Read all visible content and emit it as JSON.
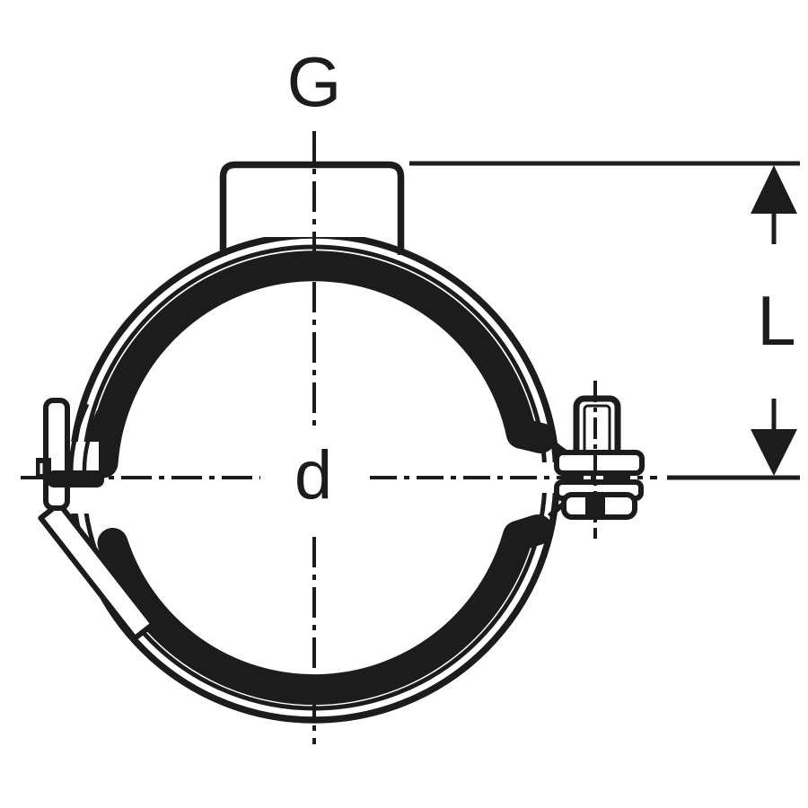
{
  "figure": {
    "type": "technical-drawing",
    "subject": "pipe-clamp-cross-section",
    "labels": {
      "thread": "G",
      "diameter": "d",
      "length": "L"
    },
    "colors": {
      "line": "#1c1c1c",
      "background": "#ffffff"
    }
  }
}
